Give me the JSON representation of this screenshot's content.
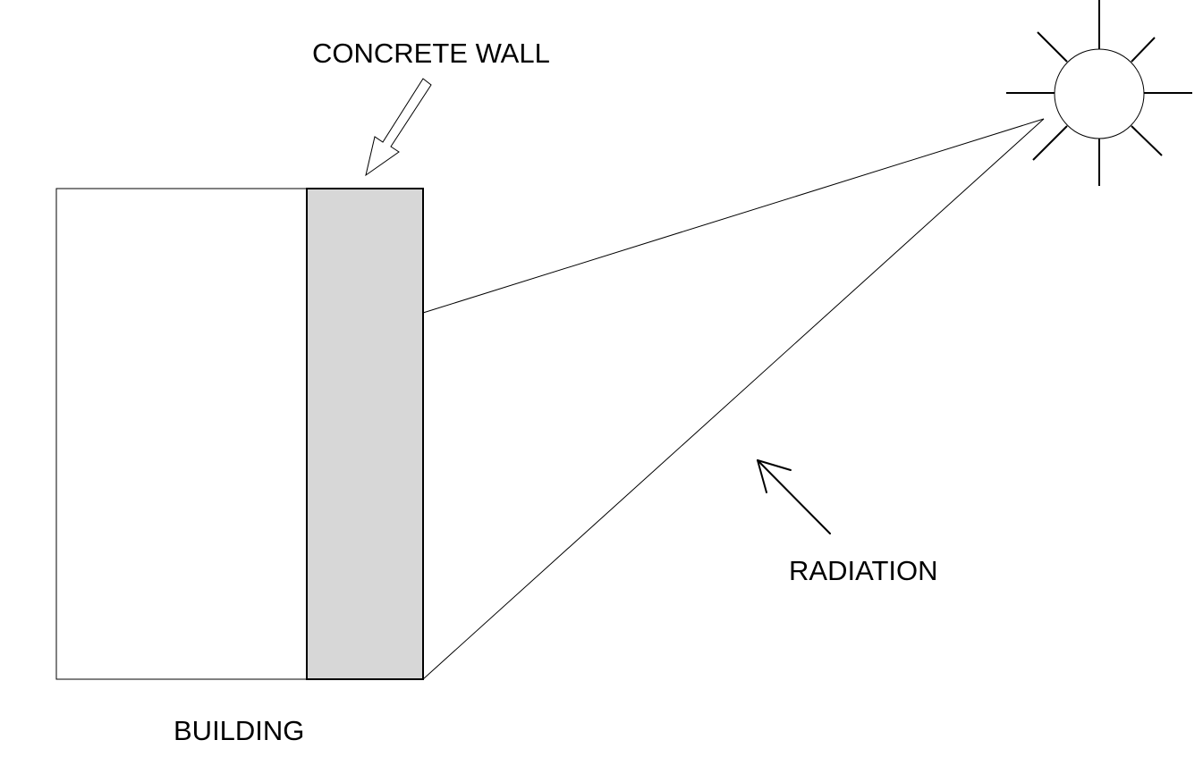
{
  "labels": {
    "concrete_wall": "CONCRETE WALL",
    "building": "BUILDING",
    "radiation": "RADIATION"
  },
  "colors": {
    "background": "#ffffff",
    "stroke": "#000000",
    "wall_fill": "#d7d7d7"
  },
  "icons": {
    "sun": "sun-icon",
    "wall_pointer": "hollow-arrow-icon",
    "radiation_direction": "arrow-icon"
  }
}
